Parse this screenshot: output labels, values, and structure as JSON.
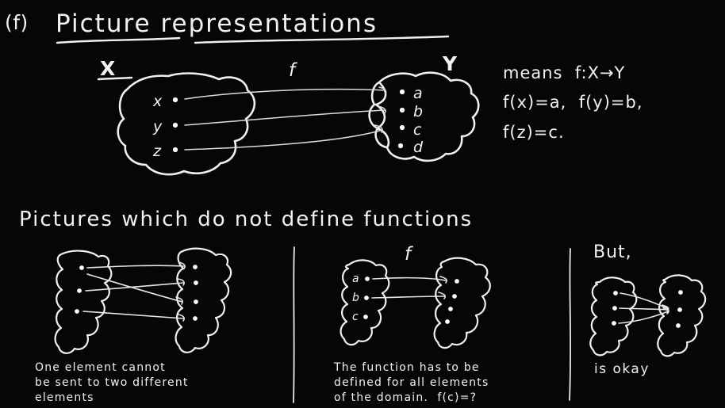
{
  "board": {
    "background_color": "#060606",
    "ink_color": "#f2f2f2",
    "part_tag": "(f)",
    "title": "Picture representations"
  },
  "main_diagram": {
    "domain_label": "X",
    "codomain_label": "Y",
    "map_label": "f",
    "domain_elements": [
      "x",
      "y",
      "z"
    ],
    "codomain_elements": [
      "a",
      "b",
      "c",
      "d"
    ],
    "arrows": [
      {
        "from": "x",
        "to": "a"
      },
      {
        "from": "y",
        "to": "b"
      },
      {
        "from": "z",
        "to": "c"
      }
    ]
  },
  "notes": {
    "line1": "means  f:X→Y",
    "line2": "f(x)=a,  f(y)=b,",
    "line3": "f(z)=c."
  },
  "section_heading": "Pictures which do not define functions",
  "panels": [
    {
      "id": "panel-not-function-multivalued",
      "map_label": "",
      "left_elements": [
        "",
        "",
        ""
      ],
      "right_elements": [
        "",
        "",
        "",
        ""
      ],
      "arrows": [
        {
          "from": 0,
          "to": 0
        },
        {
          "from": 0,
          "to": 2
        },
        {
          "from": 1,
          "to": 1
        },
        {
          "from": 2,
          "to": 3
        }
      ],
      "caption": "One element cannot\nbe sent to two different\nelements"
    },
    {
      "id": "panel-not-function-undefined",
      "map_label": "f",
      "left_elements": [
        "a",
        "b",
        "c"
      ],
      "right_elements": [
        "",
        "",
        "",
        ""
      ],
      "arrows": [
        {
          "from": 0,
          "to": 0
        },
        {
          "from": 1,
          "to": 1
        }
      ],
      "caption": "The function has to be\ndefined for all elements\nof the domain.  f(c)=?"
    },
    {
      "id": "panel-okay-many-to-one",
      "heading": "But,",
      "left_elements": [
        "",
        "",
        ""
      ],
      "right_elements": [
        "",
        "",
        ""
      ],
      "arrows": [
        {
          "from": 0,
          "to": 1
        },
        {
          "from": 1,
          "to": 1
        },
        {
          "from": 2,
          "to": 1
        }
      ],
      "caption": "is okay"
    }
  ]
}
